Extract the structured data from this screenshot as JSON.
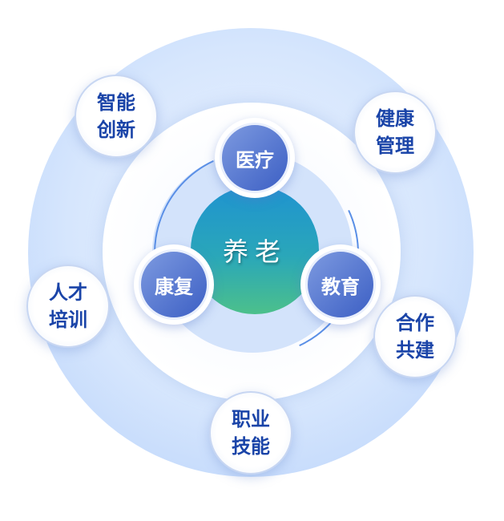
{
  "center": "养老",
  "inner_nodes": [
    "医疗",
    "康复",
    "教育"
  ],
  "outer_nodes": [
    [
      "智能",
      "创新"
    ],
    [
      "健康",
      "管理"
    ],
    [
      "人才",
      "培训"
    ],
    [
      "合作",
      "共建"
    ],
    [
      "职业",
      "技能"
    ]
  ]
}
